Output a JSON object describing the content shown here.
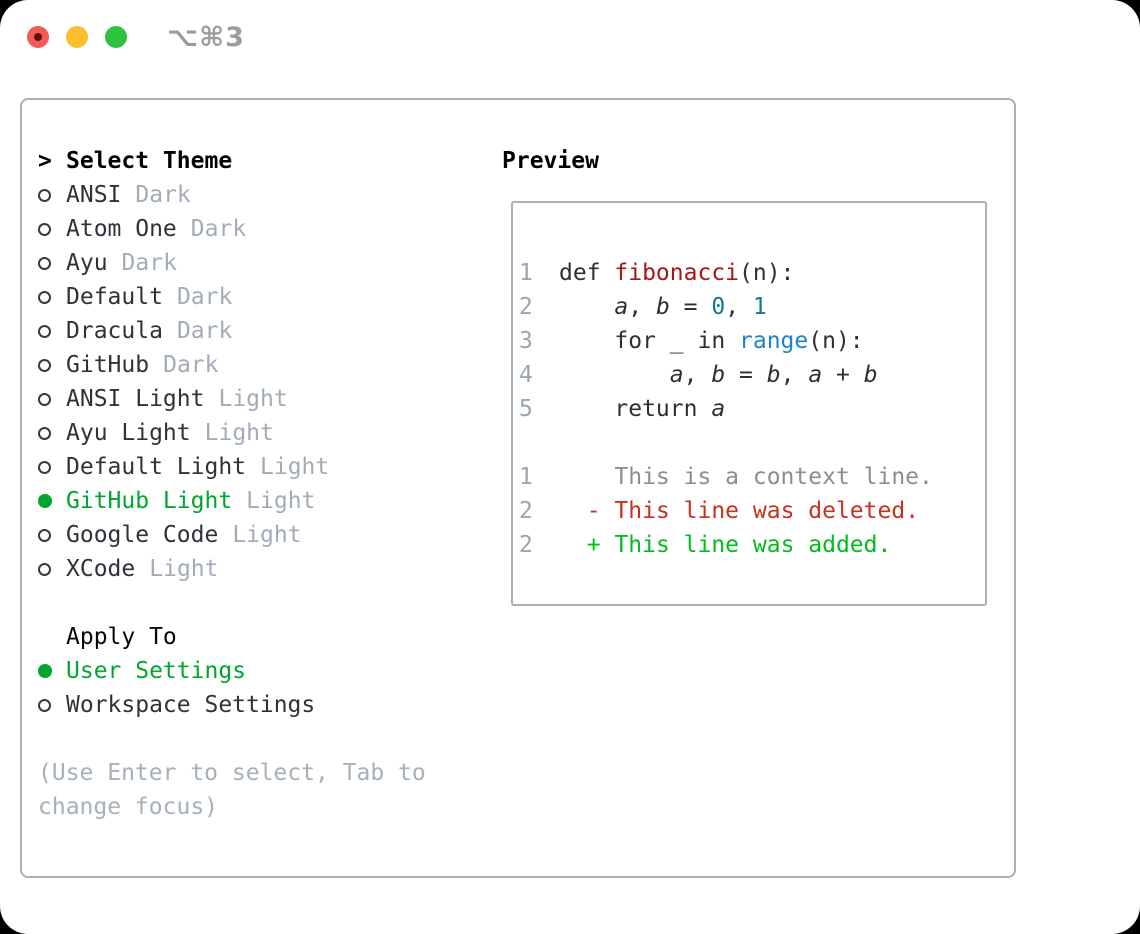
{
  "window": {
    "shortcut_title": "⌥⌘3",
    "traffic_lights": [
      "close",
      "minimize",
      "zoom"
    ]
  },
  "theme_picker": {
    "title_prefix": ">",
    "title": "Select Theme",
    "items": [
      {
        "name": "ANSI",
        "variant": "Dark",
        "selected": false
      },
      {
        "name": "Atom One",
        "variant": "Dark",
        "selected": false
      },
      {
        "name": "Ayu",
        "variant": "Dark",
        "selected": false
      },
      {
        "name": "Default",
        "variant": "Dark",
        "selected": false
      },
      {
        "name": "Dracula",
        "variant": "Dark",
        "selected": false
      },
      {
        "name": "GitHub",
        "variant": "Dark",
        "selected": false
      },
      {
        "name": "ANSI Light",
        "variant": "Light",
        "selected": false
      },
      {
        "name": "Ayu Light",
        "variant": "Light",
        "selected": false
      },
      {
        "name": "Default Light",
        "variant": "Light",
        "selected": false
      },
      {
        "name": "GitHub Light",
        "variant": "Light",
        "selected": true
      },
      {
        "name": "Google Code",
        "variant": "Light",
        "selected": false
      },
      {
        "name": "XCode",
        "variant": "Light",
        "selected": false
      }
    ]
  },
  "apply_to": {
    "title": "Apply To",
    "options": [
      {
        "label": "User Settings",
        "selected": true
      },
      {
        "label": "Workspace Settings",
        "selected": false
      }
    ]
  },
  "hint": {
    "text": "(Use Enter to select, Tab to change focus)"
  },
  "preview": {
    "title": "Preview",
    "lines": [
      {
        "num": "1",
        "tokens": [
          [
            "def ",
            "p"
          ],
          [
            "fibonacci",
            "fn"
          ],
          [
            "(n):",
            "p"
          ]
        ]
      },
      {
        "num": "2",
        "tokens": [
          [
            "    ",
            "p"
          ],
          [
            "a",
            "v"
          ],
          [
            ", ",
            "p"
          ],
          [
            "b",
            "v"
          ],
          [
            " = ",
            "p"
          ],
          [
            "0",
            "n"
          ],
          [
            ", ",
            "p"
          ],
          [
            "1",
            "n"
          ]
        ]
      },
      {
        "num": "3",
        "tokens": [
          [
            "    for _ in ",
            "p"
          ],
          [
            "range",
            "b"
          ],
          [
            "(n):",
            "p"
          ]
        ]
      },
      {
        "num": "4",
        "tokens": [
          [
            "        ",
            "p"
          ],
          [
            "a",
            "v"
          ],
          [
            ", ",
            "p"
          ],
          [
            "b",
            "v"
          ],
          [
            " = ",
            "p"
          ],
          [
            "b",
            "v"
          ],
          [
            ", ",
            "p"
          ],
          [
            "a",
            "v"
          ],
          [
            " + ",
            "p"
          ],
          [
            "b",
            "v"
          ]
        ]
      },
      {
        "num": "5",
        "tokens": [
          [
            "    return ",
            "p"
          ],
          [
            "a",
            "v"
          ]
        ]
      },
      {
        "num": "",
        "tokens": []
      },
      {
        "num": "1",
        "tokens": [
          [
            "    This is a context line.",
            "ctx"
          ]
        ]
      },
      {
        "num": "2",
        "tokens": [
          [
            "  ",
            "p"
          ],
          [
            "- This line was deleted.",
            "del"
          ]
        ]
      },
      {
        "num": "2",
        "tokens": [
          [
            "  ",
            "p"
          ],
          [
            "+ This line was added.",
            "add"
          ]
        ]
      }
    ]
  },
  "colors": {
    "selection_green": "#00a62e",
    "added_green": "#00bd1c",
    "deleted_red": "#c43220",
    "function_red": "#a61717",
    "number_teal": "#0d7d80",
    "builtin_blue": "#1b85c8",
    "muted_gray": "#a2acb8",
    "border_gray": "#a9b1bb",
    "traffic_red": "#f25c54",
    "traffic_yellow": "#fcbd2e",
    "traffic_green": "#2cc43e"
  }
}
